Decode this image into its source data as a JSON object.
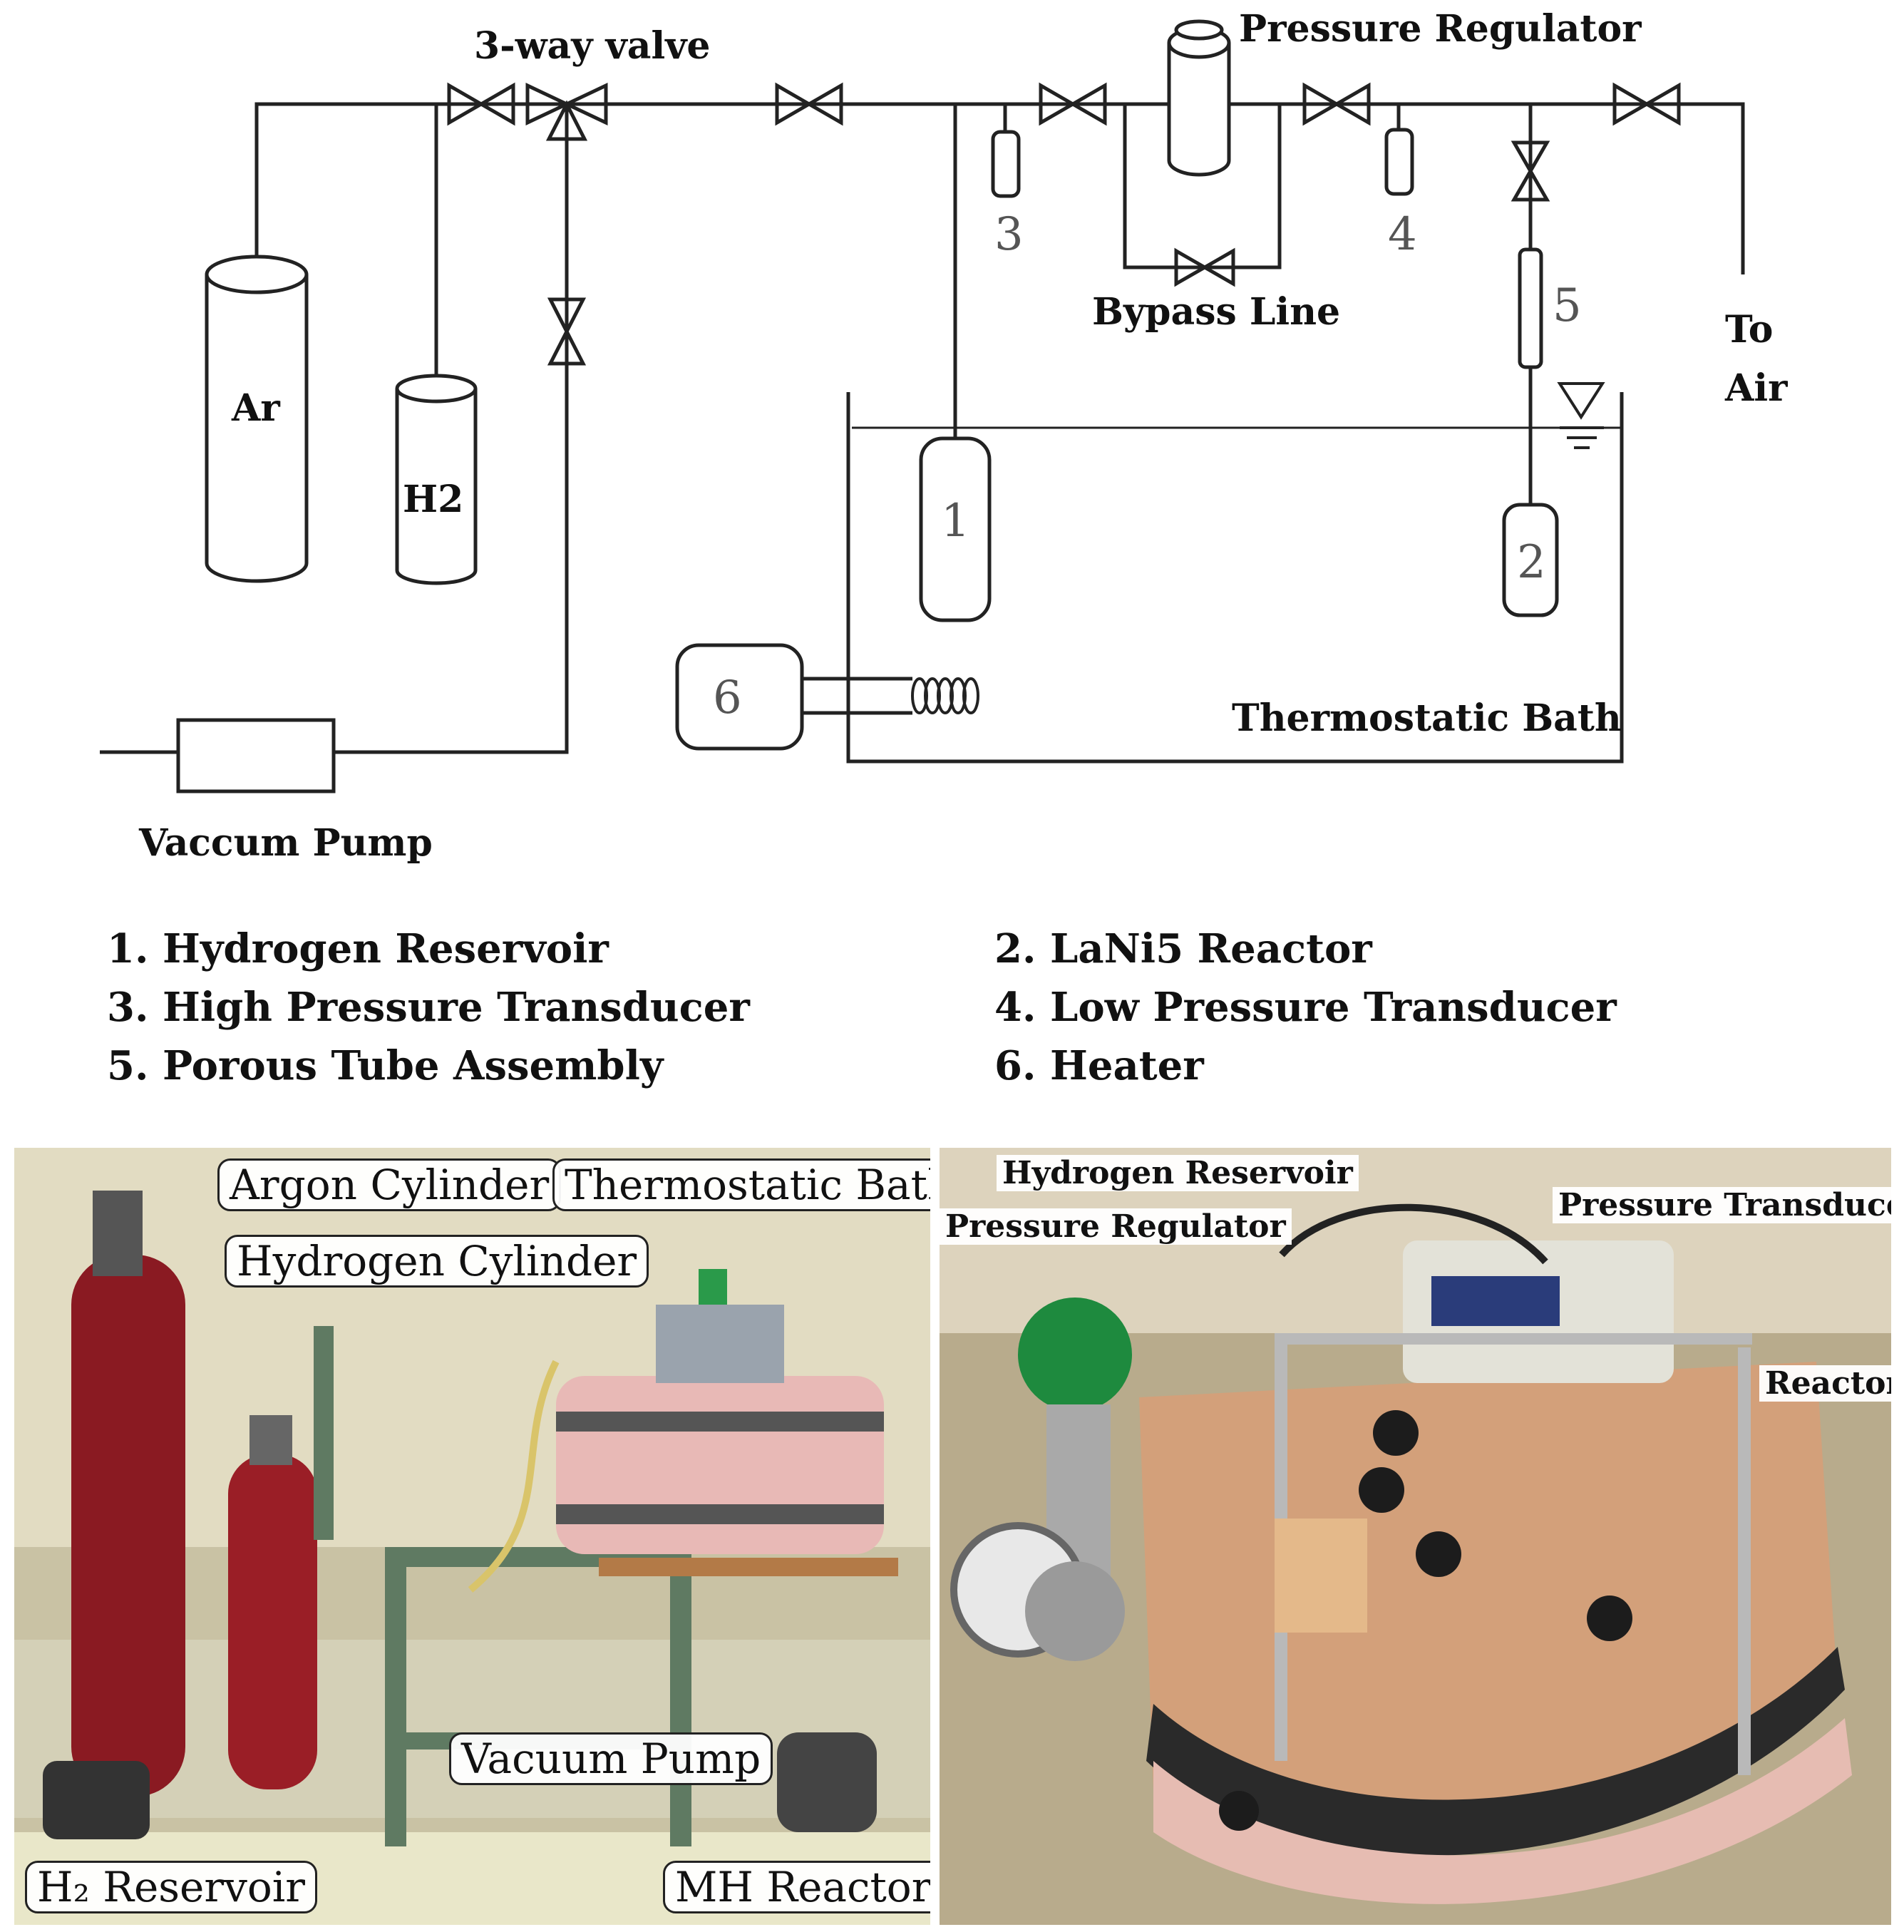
{
  "schematic": {
    "labels": {
      "three_way_valve": "3-way valve",
      "pressure_regulator": "Pressure Regulator",
      "bypass_line": "Bypass Line",
      "to_air_1": "To",
      "to_air_2": "Air",
      "ar": "Ar",
      "h2": "H2",
      "thermostatic_bath": "Thermostatic Bath",
      "vacuum_pump": "Vaccum Pump"
    },
    "component_numbers": {
      "n1": "1",
      "n2": "2",
      "n3": "3",
      "n4": "4",
      "n5": "5",
      "n6": "6"
    }
  },
  "legend": {
    "items": [
      "1. Hydrogen Reservoir",
      "2. LaNi5 Reactor",
      "3. High Pressure Transducer",
      "4. Low Pressure Transducer",
      "5. Porous Tube Assembly",
      "6. Heater"
    ]
  },
  "photo_left": {
    "callouts": {
      "argon_cylinder": "Argon Cylinder",
      "thermostatic_bath": "Thermostatic Bath",
      "hydrogen_cylinder": "Hydrogen Cylinder",
      "vacuum_pump": "Vacuum Pump",
      "h2_reservoir": "H₂ Reservoir",
      "mh_reactor": "MH Reactor"
    }
  },
  "photo_right": {
    "callouts": {
      "hydrogen_reservoir": "Hydrogen Reservoir",
      "pressure_regulator": "Pressure Regulator",
      "pressure_transducers": "Pressure Transducers",
      "reactor": "Reactor"
    }
  }
}
